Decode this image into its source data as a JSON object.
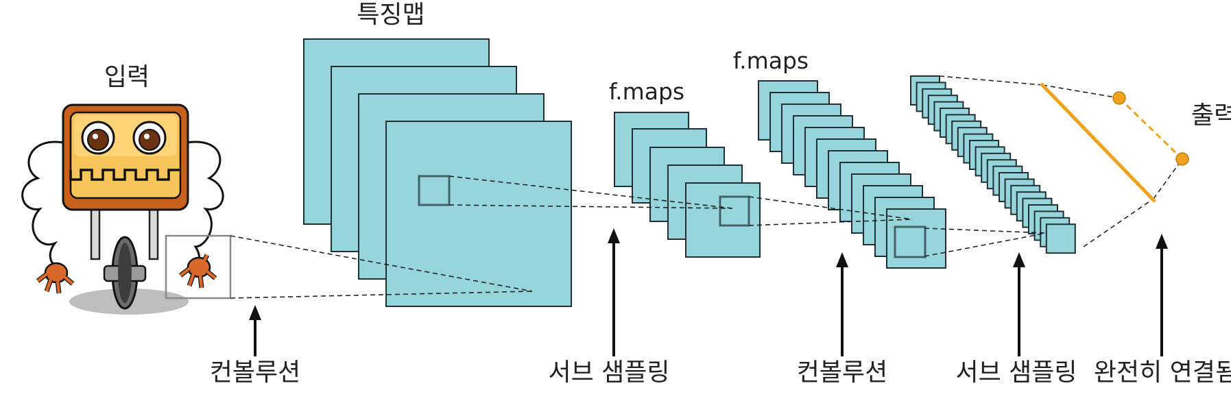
{
  "labels": {
    "input": "입력",
    "feature_maps": "특징맵",
    "fmaps_1": "f.maps",
    "fmaps_2": "f.maps",
    "output": "출력",
    "convolution_1": "컨볼루션",
    "subsampling_1": "서브 샘플링",
    "convolution_2": "컨볼루션",
    "subsampling_2": "서브 샘플링",
    "fully_connected": "완전히 연결됨"
  },
  "colors": {
    "feature_map_fill": "#96d5dc",
    "feature_map_stroke": "#1f2f33",
    "output_accent": "#f0a21e",
    "robot_body": "#c8611c",
    "robot_face": "#f7c45a",
    "robot_hand": "#d8692a"
  },
  "icons": {
    "input_image": "robot-icon",
    "stage_arrow": "arrow-up-icon"
  }
}
